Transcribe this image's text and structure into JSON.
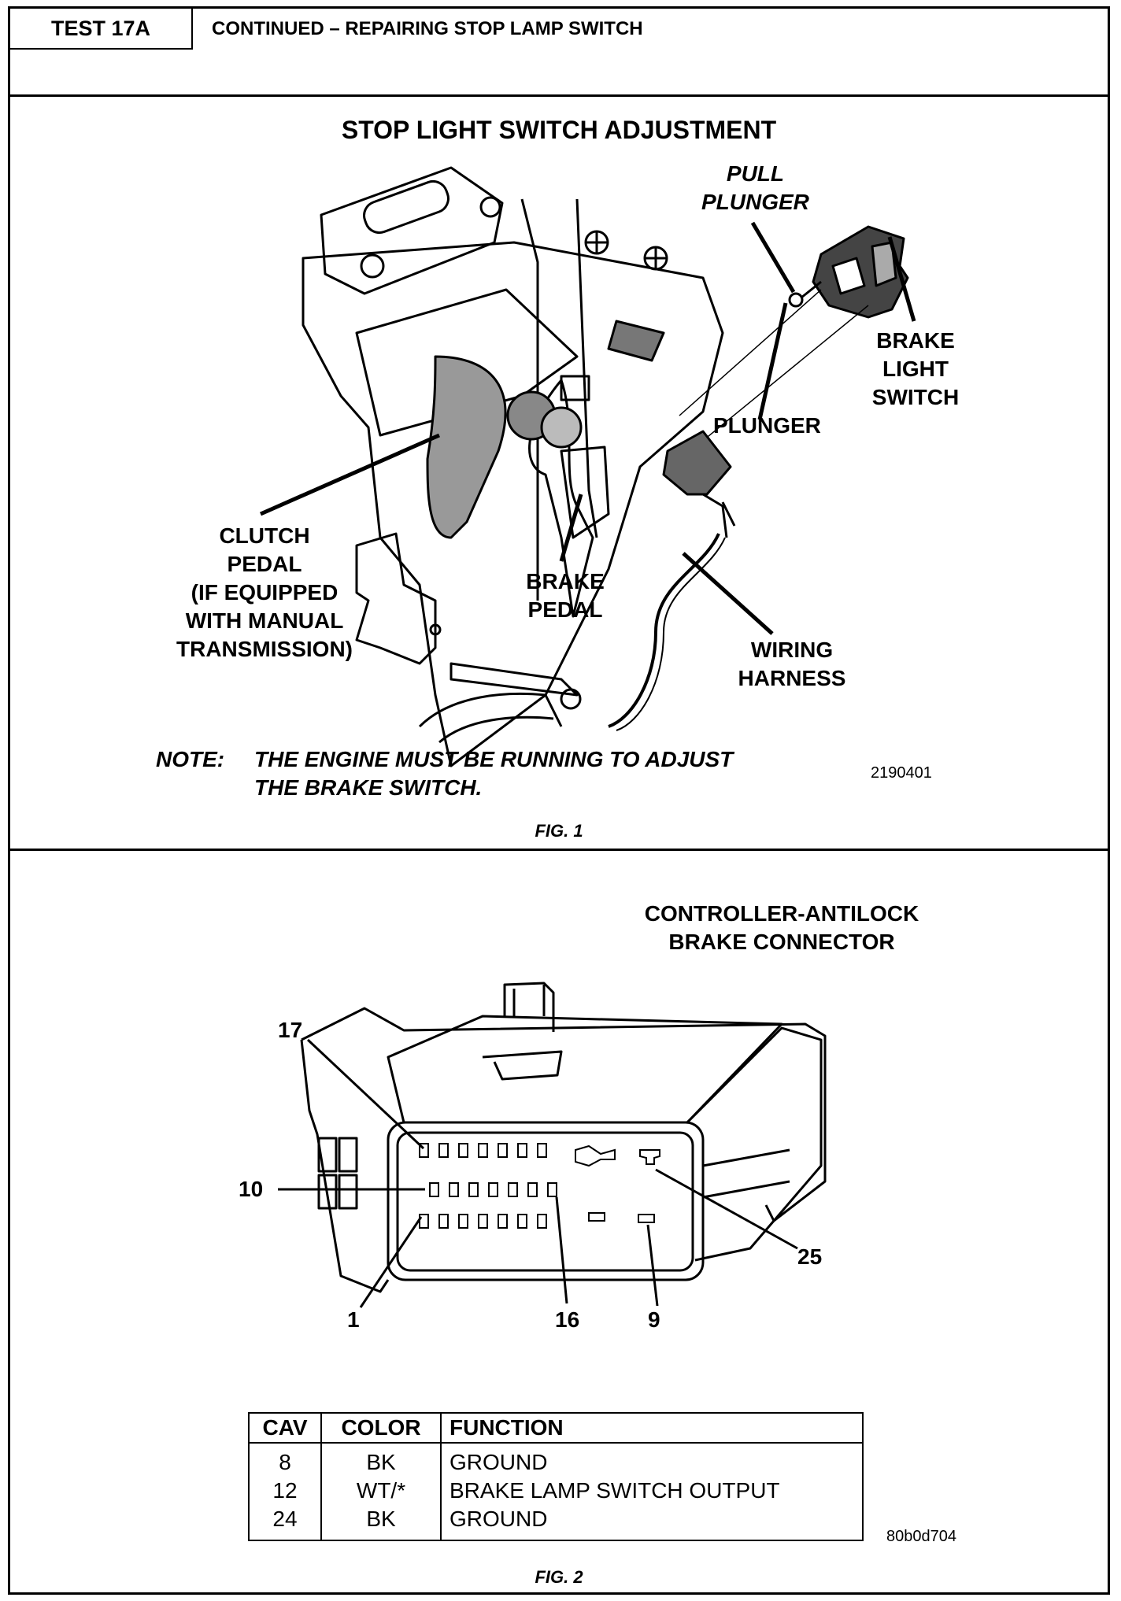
{
  "header": {
    "test_id": "TEST 17A",
    "title": "CONTINUED – REPAIRING STOP LAMP SWITCH"
  },
  "figure1": {
    "title": "STOP LIGHT SWITCH ADJUSTMENT",
    "labels": {
      "pull_plunger_1": "PULL",
      "pull_plunger_2": "PLUNGER",
      "brake_light_switch_1": "BRAKE",
      "brake_light_switch_2": "LIGHT",
      "brake_light_switch_3": "SWITCH",
      "plunger": "PLUNGER",
      "clutch_1": "CLUTCH",
      "clutch_2": "PEDAL",
      "clutch_3": "(IF EQUIPPED",
      "clutch_4": "WITH MANUAL",
      "clutch_5": "TRANSMISSION)",
      "brake_pedal_1": "BRAKE",
      "brake_pedal_2": "PEDAL",
      "wiring_1": "WIRING",
      "wiring_2": "HARNESS"
    },
    "note_prefix": "NOTE:",
    "note_line1": "THE ENGINE MUST BE RUNNING TO ADJUST",
    "note_line2": "THE BRAKE SWITCH.",
    "ref_code": "2190401",
    "caption": "FIG. 1"
  },
  "figure2": {
    "title_line1": "CONTROLLER-ANTILOCK",
    "title_line2": "BRAKE CONNECTOR",
    "pin_labels": {
      "p17": "17",
      "p10": "10",
      "p1": "1",
      "p16": "16",
      "p9": "9",
      "p25": "25"
    },
    "table": {
      "headers": [
        "CAV",
        "COLOR",
        "FUNCTION"
      ],
      "rows": [
        {
          "cav": "8",
          "color": "BK",
          "function": "GROUND"
        },
        {
          "cav": "12",
          "color": "WT/*",
          "function": "BRAKE LAMP SWITCH OUTPUT"
        },
        {
          "cav": "24",
          "color": "BK",
          "function": "GROUND"
        }
      ]
    },
    "ref_code": "80b0d704",
    "caption": "FIG. 2"
  }
}
